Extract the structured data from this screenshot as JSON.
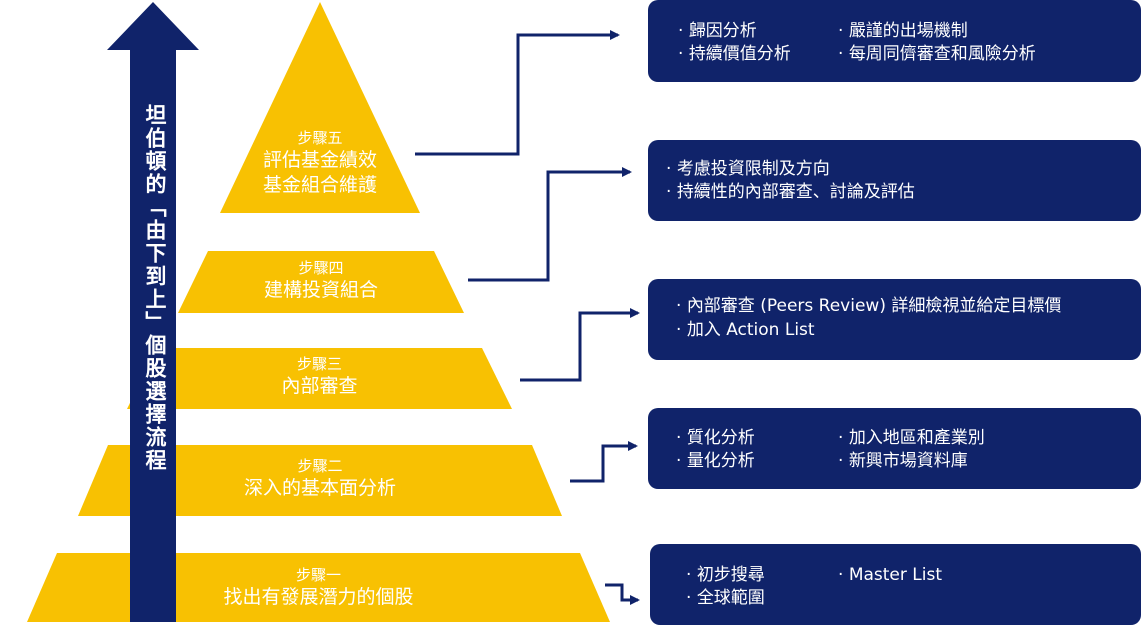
{
  "title": "坦伯頓的「由下到上」個股選擇流程",
  "colors": {
    "pyramid": "#f8c102",
    "navy": "#10236a",
    "text": "#ffffff"
  },
  "steps": [
    {
      "num": "步驟五",
      "lines": [
        "評估基金績效",
        "基金組合維護"
      ]
    },
    {
      "num": "步驟四",
      "lines": [
        "建構投資組合"
      ]
    },
    {
      "num": "步驟三",
      "lines": [
        "內部審查"
      ]
    },
    {
      "num": "步驟二",
      "lines": [
        "深入的基本面分析"
      ]
    },
    {
      "num": "步驟一",
      "lines": [
        "找出有發展潛力的個股"
      ]
    }
  ],
  "boxes": [
    {
      "items": [
        "歸因分析",
        "持續價值分析",
        "嚴謹的出場機制",
        "每周同儕審查和風險分析"
      ]
    },
    {
      "items": [
        "考慮投資限制及方向",
        "持續性的內部審查、討論及評估"
      ]
    },
    {
      "items": [
        "內部審查 (Peers Review) 詳細檢視並給定目標價",
        "加入 Action List"
      ]
    },
    {
      "items": [
        "質化分析",
        "量化分析",
        "加入地區和產業別",
        "新興市場資料庫"
      ]
    },
    {
      "items": [
        "初步搜尋",
        "全球範圍",
        "Master List"
      ]
    }
  ]
}
